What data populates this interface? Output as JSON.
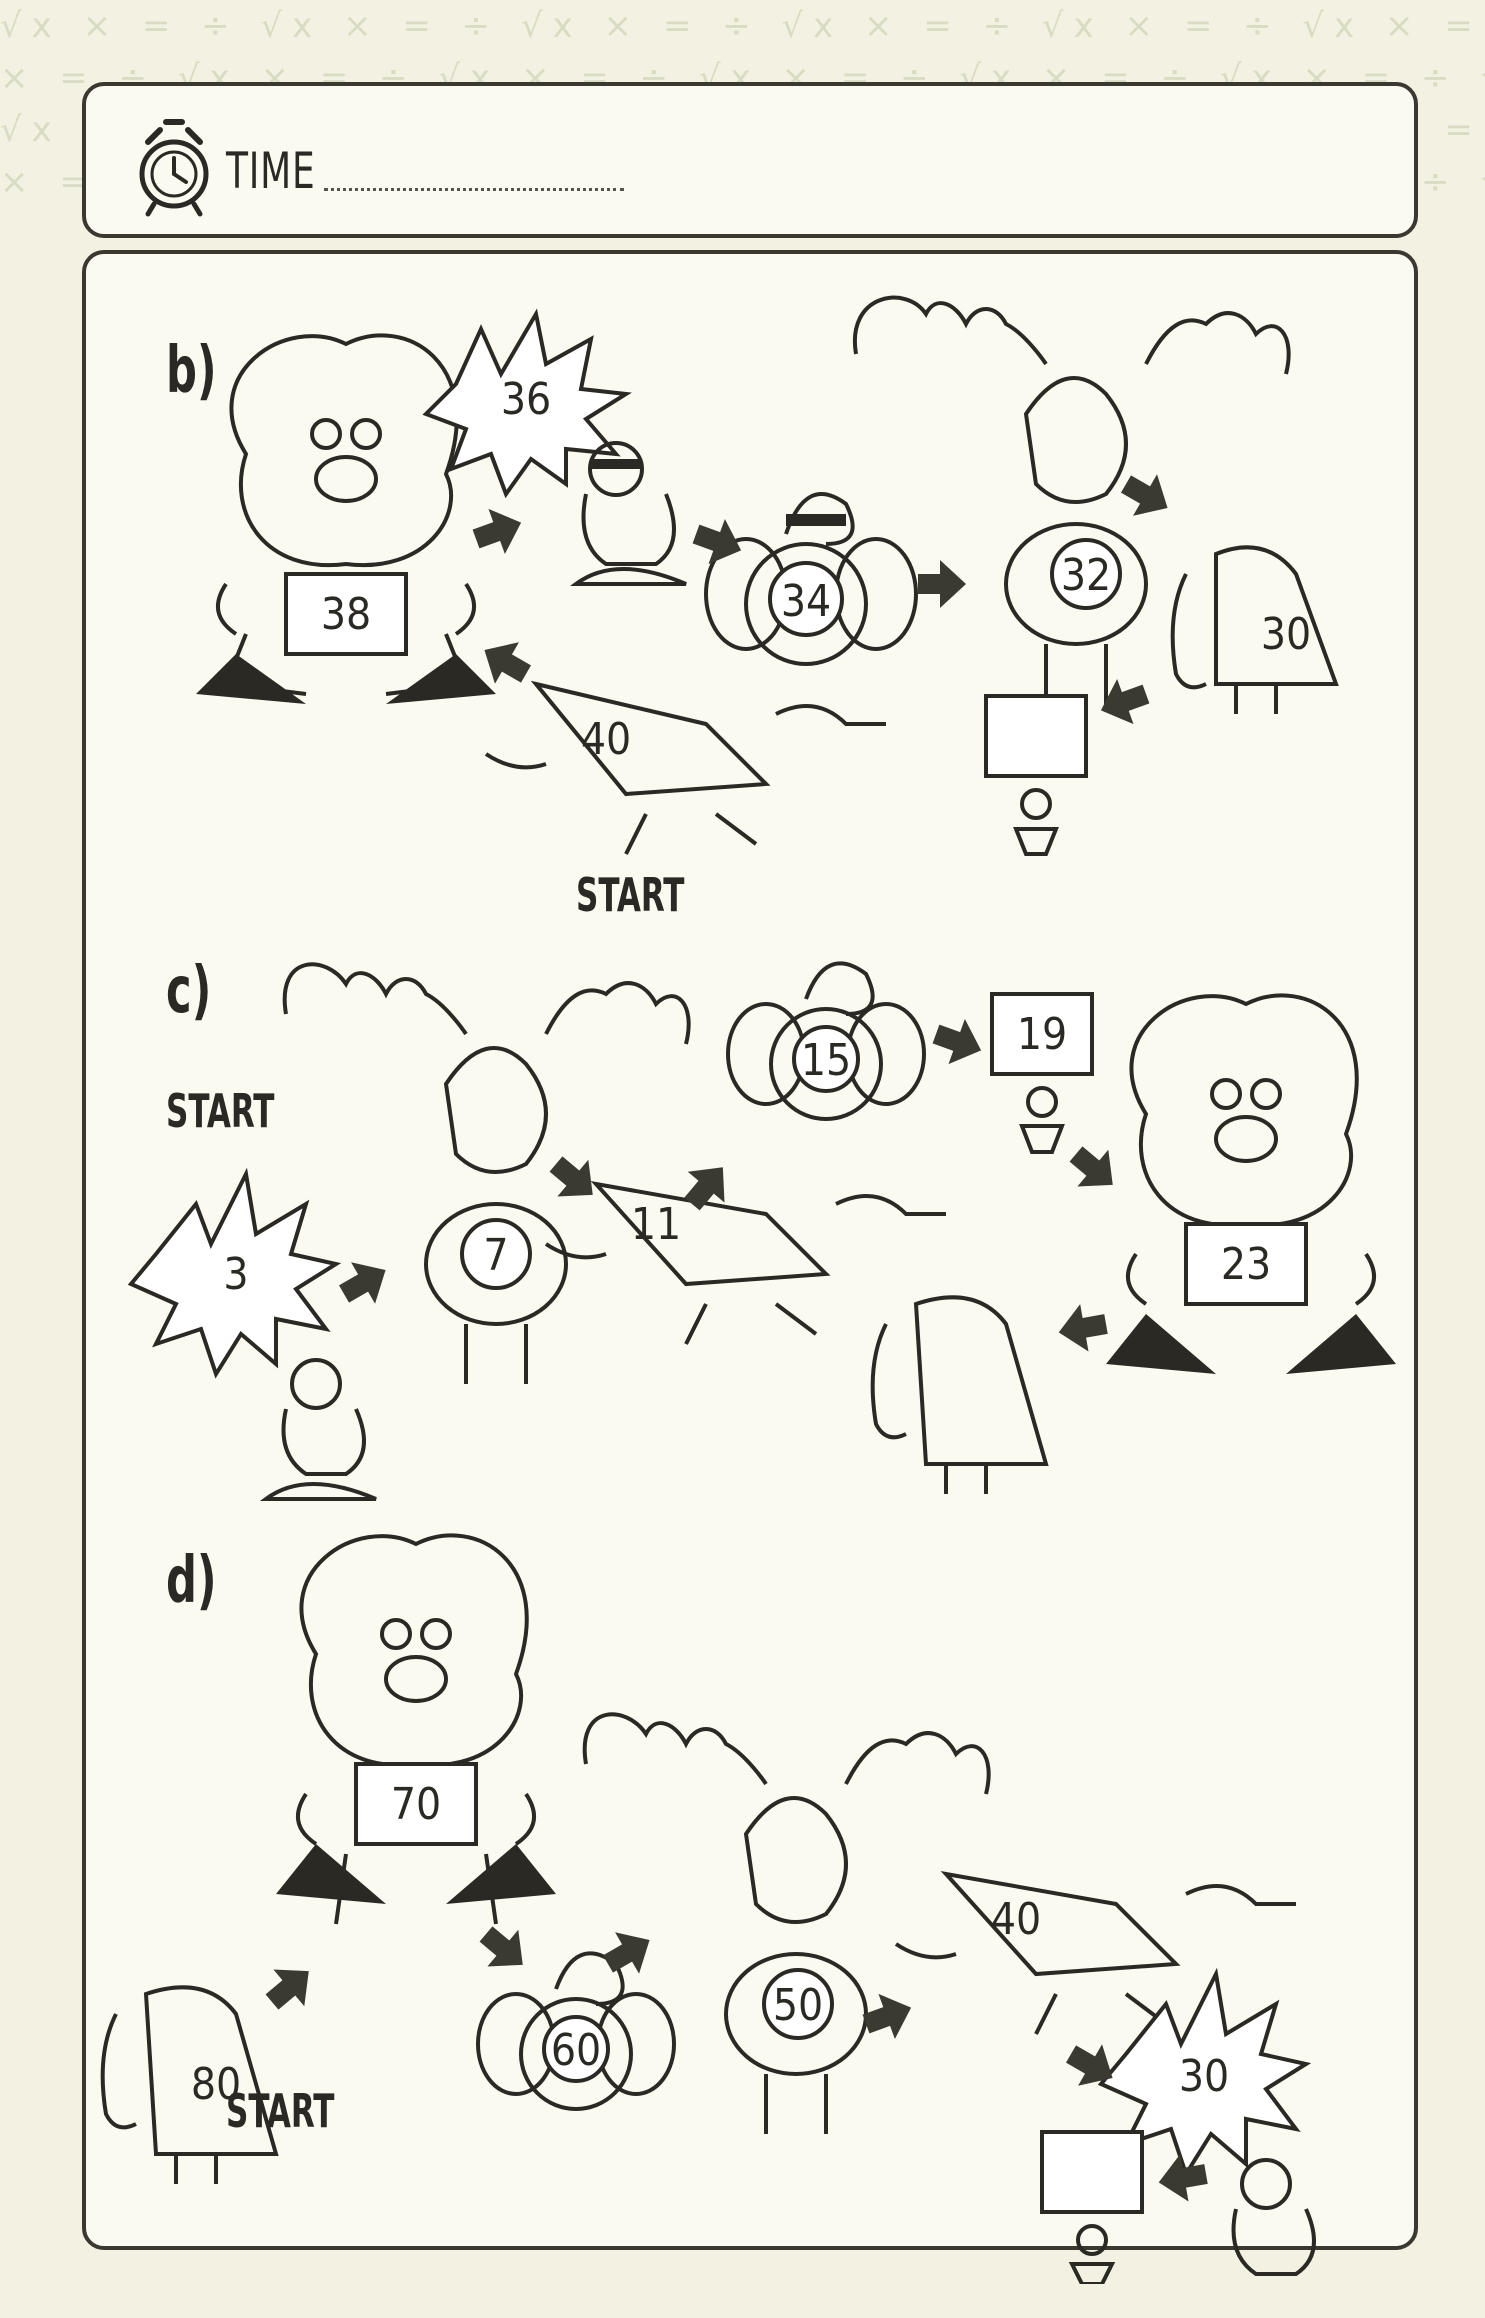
{
  "time_label": "TIME",
  "sections": [
    {
      "label": "b)",
      "start_label": "START",
      "numbers": [
        "36",
        "38",
        "34",
        "32",
        "30",
        "40"
      ]
    },
    {
      "label": "c)",
      "start_label": "START",
      "numbers": [
        "3",
        "7",
        "11",
        "15",
        "19",
        "23"
      ]
    },
    {
      "label": "d)",
      "start_label": "START",
      "numbers": [
        "80",
        "70",
        "60",
        "50",
        "40",
        "30"
      ]
    }
  ]
}
